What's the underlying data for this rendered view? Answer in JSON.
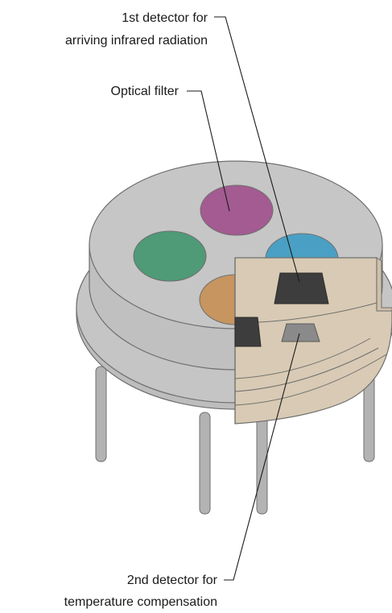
{
  "labels": {
    "detector1_line1": "1st detector for",
    "detector1_line2": "arriving infrared radiation",
    "optical_filter": "Optical filter",
    "detector2_line1": "2nd detector for",
    "detector2_line2": "temperature compensation"
  },
  "colors": {
    "housing": "#c2c2c2",
    "housing_outline": "#6f6f6f",
    "cutaway_interior": "#d8cab4",
    "pins": "#b3b3b3",
    "window_purple": "#a35b91",
    "window_green": "#4f9a77",
    "window_blue": "#4aa0c4",
    "window_orange": "#c7955f",
    "detector_primary": "#3d3d3d",
    "detector_secondary": "#8a8a8a"
  }
}
